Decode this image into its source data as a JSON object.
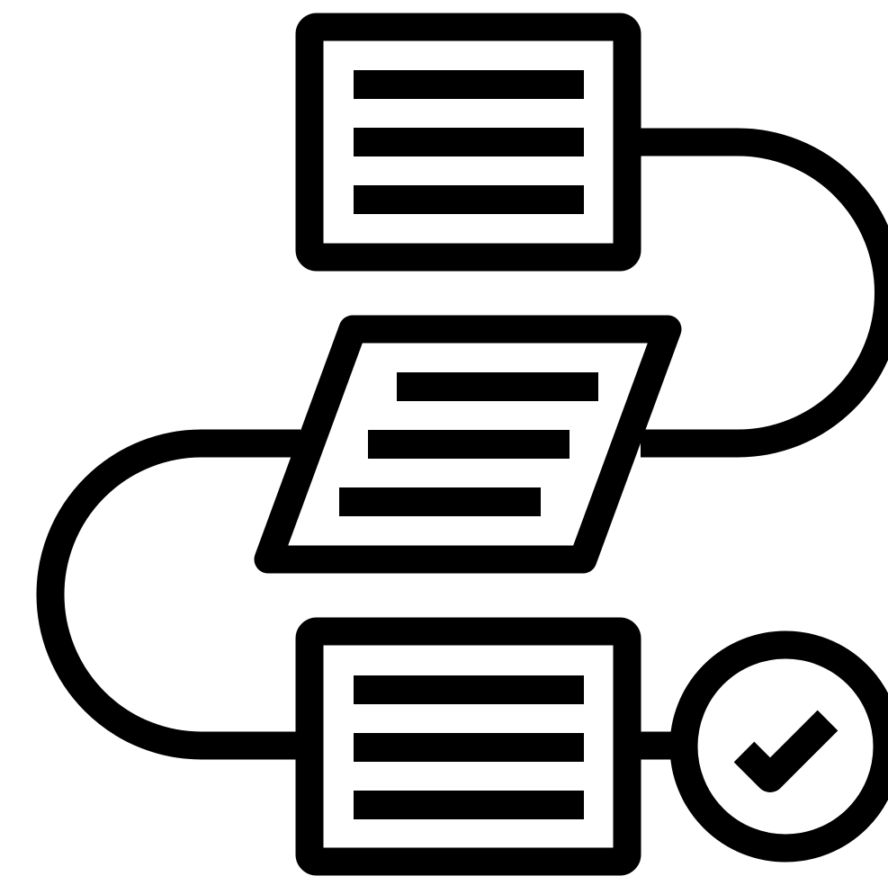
{
  "icon": {
    "name": "workflow-process-icon",
    "stroke_color": "#000000",
    "background_color": "#ffffff",
    "steps": [
      {
        "shape": "rectangle",
        "lines": 3
      },
      {
        "shape": "parallelogram",
        "lines": 3
      },
      {
        "shape": "rectangle",
        "lines": 3
      }
    ],
    "end_marker": "checkmark-circle"
  }
}
